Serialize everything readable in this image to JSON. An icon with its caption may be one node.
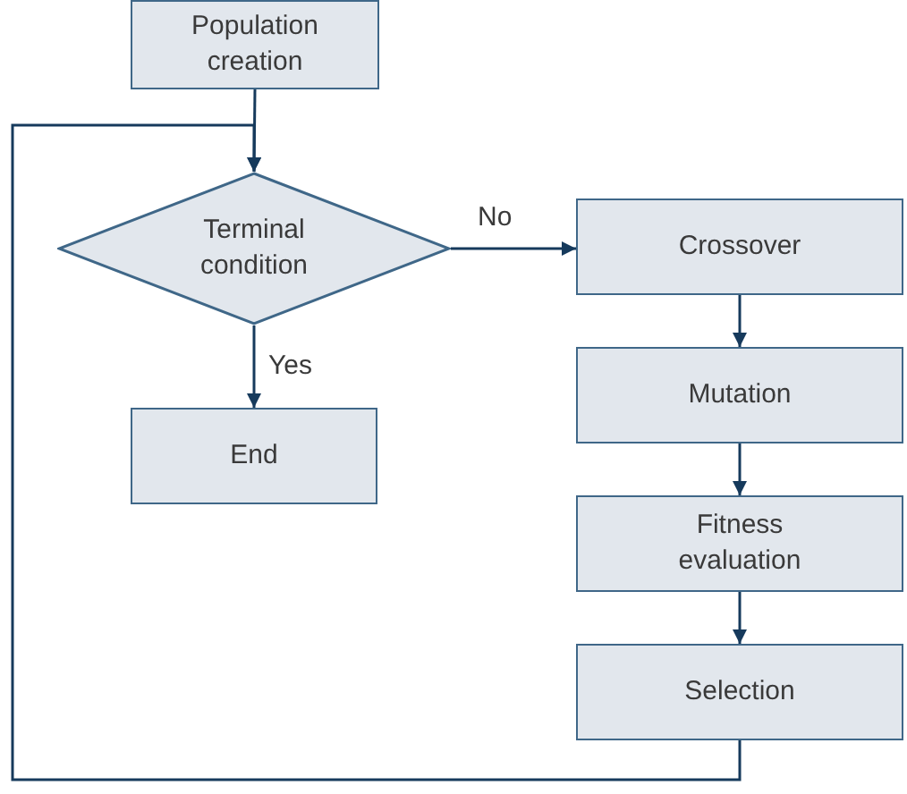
{
  "diagram": {
    "nodes": [
      {
        "text": [
          "Population creation"
        ]
      },
      {
        "text": [
          "Terminal condition"
        ]
      },
      {
        "text": [
          "Crossover"
        ]
      },
      {
        "text": [
          "End"
        ]
      },
      {
        "text": [
          "Mutation"
        ]
      },
      {
        "text": [
          "Fitness evaluation"
        ]
      },
      {
        "text": [
          "Selection"
        ]
      }
    ],
    "edges": [
      {
        "from": 0,
        "to": 1,
        "arrow": "to"
      },
      {
        "from": 1,
        "to": 2,
        "arrow": "to",
        "label": "No"
      },
      {
        "from": 1,
        "to": 3,
        "arrow": "to",
        "label": "Yes"
      },
      {
        "from": 2,
        "to": 4,
        "arrow": "to"
      },
      {
        "from": 4,
        "to": 5,
        "arrow": "to"
      },
      {
        "from": 5,
        "to": 6,
        "arrow": "to"
      },
      {
        "from": 6,
        "to": 1,
        "arrow": "to"
      }
    ]
  }
}
